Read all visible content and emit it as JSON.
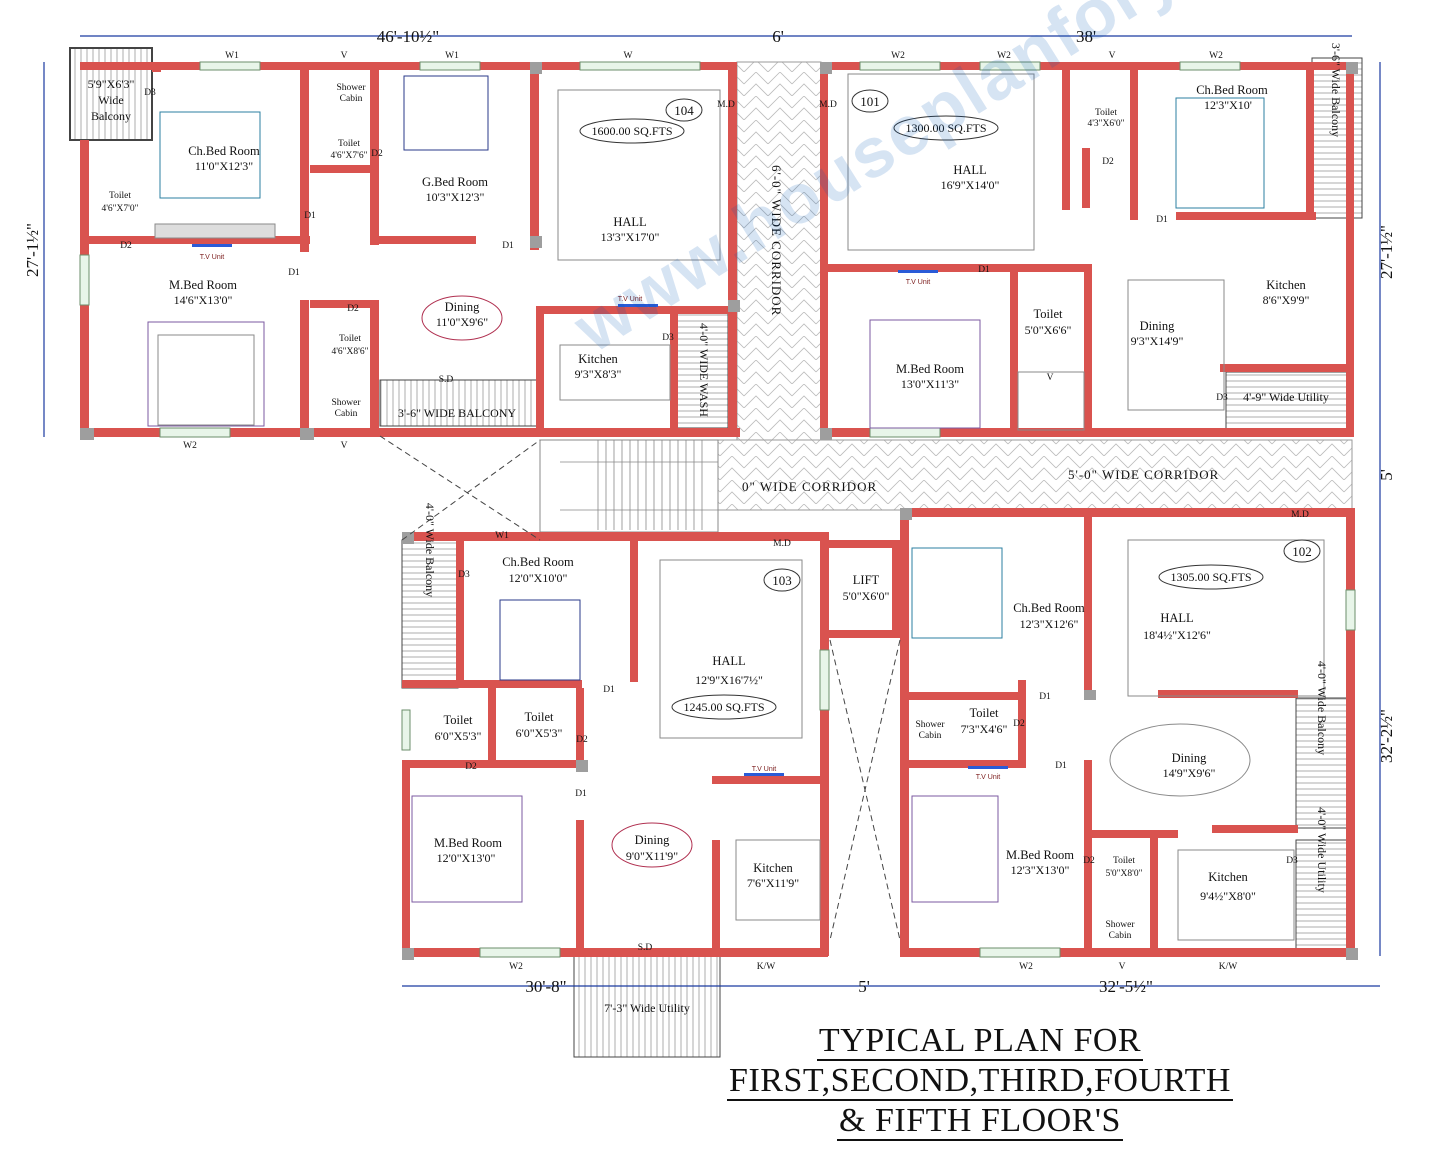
{
  "title": {
    "line1": "TYPICAL PLAN FOR",
    "line2": "FIRST,SECOND,THIRD,FOURTH",
    "line3": "& FIFTH FLOOR'S"
  },
  "watermark": "www.houseplanforyou.com",
  "dimensions": {
    "top_left": "46'-10½\"",
    "top_mid": "6'",
    "top_right": "38'",
    "left": "27'-1½\"",
    "right_upper": "27'-1½\"",
    "right_mid": "5'",
    "right_lower": "32'-2½\"",
    "bottom_left": "30'-8\"",
    "bottom_mid": "5'",
    "bottom_right": "32'-5½\""
  },
  "corridors": {
    "vertical": "6'-0\" WIDE CORRIDOR",
    "horizontal_right": "5'-0\" WIDE CORRIDOR",
    "horizontal_left": "0\" WIDE CORRIDOR"
  },
  "lift": {
    "name": "LIFT",
    "dim": "5'0\"X6'0\""
  },
  "unit104": {
    "no": "104",
    "area": "1600.00 SQ.FTS",
    "balcony": {
      "line1": "5'9\"X6'3\"",
      "line2": "Wide",
      "line3": "Balcony"
    },
    "ch_bed": {
      "name": "Ch.Bed Room",
      "dim": "11'0\"X12'3\""
    },
    "toilet1": {
      "name": "Toilet",
      "dim": "4'6\"X7'0\""
    },
    "shower1": {
      "l1": "Shower",
      "l2": "Cabin"
    },
    "toilet2": {
      "name": "Toilet",
      "dim": "4'6\"X7'6\""
    },
    "g_bed": {
      "name": "G.Bed Room",
      "dim": "10'3\"X12'3\""
    },
    "hall": {
      "name": "HALL",
      "dim": "13'3\"X17'0\""
    },
    "m_bed": {
      "name": "M.Bed Room",
      "dim": "14'6\"X13'0\""
    },
    "dining": {
      "name": "Dining",
      "dim": "11'0\"X9'6\""
    },
    "toilet3": {
      "name": "Toilet",
      "dim": "4'6\"X8'6\""
    },
    "shower2": {
      "l1": "Shower",
      "l2": "Cabin"
    },
    "kitchen": {
      "name": "Kitchen",
      "dim": "9'3\"X8'3\""
    },
    "wide_balcony": "3'-6\" WIDE BALCONY",
    "wide_wash": "4'-0\" WIDE WASH"
  },
  "unit101": {
    "no": "101",
    "area": "1300.00 SQ.FTS",
    "hall": {
      "name": "HALL",
      "dim": "16'9\"X14'0\""
    },
    "toilet1": {
      "name": "Toilet",
      "dim": "4'3\"X6'0\""
    },
    "ch_bed": {
      "name": "Ch.Bed Room",
      "dim": "12'3\"X10'"
    },
    "balcony": "3'-6\" Wide Balcony",
    "kitchen": {
      "name": "Kitchen",
      "dim": "8'6\"X9'9\""
    },
    "toilet2": {
      "name": "Toilet",
      "dim": "5'0\"X6'6\""
    },
    "dining": {
      "name": "Dining",
      "dim": "9'3\"X14'9\""
    },
    "m_bed": {
      "name": "M.Bed Room",
      "dim": "13'0\"X11'3\""
    },
    "utility": "4'-9\" Wide Utility"
  },
  "unit103": {
    "no": "103",
    "area": "1245.00 SQ.FTS",
    "balcony": "4'-0\" Wide Balcony",
    "ch_bed": {
      "name": "Ch.Bed Room",
      "dim": "12'0\"X10'0\""
    },
    "hall": {
      "name": "HALL",
      "dim": "12'9\"X16'7½\""
    },
    "toilet1": {
      "name": "Toilet",
      "dim": "6'0\"X5'3\""
    },
    "toilet2": {
      "name": "Toilet",
      "dim": "6'0\"X5'3\""
    },
    "m_bed": {
      "name": "M.Bed Room",
      "dim": "12'0\"X13'0\""
    },
    "dining": {
      "name": "Dining",
      "dim": "9'0\"X11'9\""
    },
    "kitchen": {
      "name": "Kitchen",
      "dim": "7'6\"X11'9\""
    },
    "utility": "7'-3\" Wide Utility"
  },
  "unit102": {
    "no": "102",
    "area": "1305.00 SQ.FTS",
    "ch_bed": {
      "name": "Ch.Bed Room",
      "dim": "12'3\"X12'6\""
    },
    "hall": {
      "name": "HALL",
      "dim": "18'4½\"X12'6\""
    },
    "shower": {
      "l1": "Shower",
      "l2": "Cabin"
    },
    "toilet1": {
      "name": "Toilet",
      "dim": "7'3\"X4'6\""
    },
    "dining": {
      "name": "Dining",
      "dim": "14'9\"X9'6\""
    },
    "balcony": "4'-0\" Wide Balcony",
    "m_bed": {
      "name": "M.Bed Room",
      "dim": "12'3\"X13'0\""
    },
    "toilet2": {
      "name": "Toilet",
      "dim": "5'0\"X8'0\""
    },
    "shower2": {
      "l1": "Shower",
      "l2": "Cabin"
    },
    "kitchen": {
      "name": "Kitchen",
      "dim": "9'4½\"X8'0\""
    },
    "utility": "4'-0\" Wide Utility"
  },
  "tags": {
    "w": "W",
    "w1": "W1",
    "w2": "W2",
    "v": "V",
    "d1": "D1",
    "d2": "D2",
    "d3": "D3",
    "md": "M.D",
    "sd": "S.D",
    "kw": "K/W",
    "tv": "T.V Unit"
  }
}
